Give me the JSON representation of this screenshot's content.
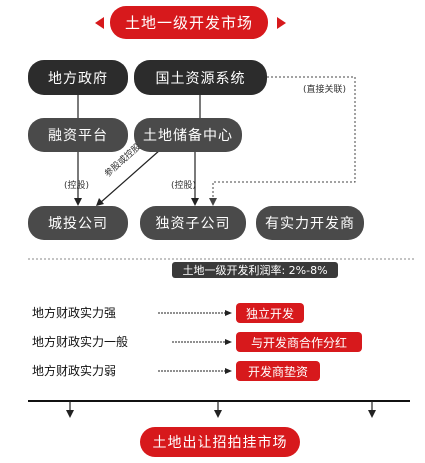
{
  "top_market": {
    "label": "土地一级开发市场"
  },
  "actors": {
    "local_gov": "地方政府",
    "land_system": "国土资源系统",
    "financing_platform": "融资平台",
    "land_reserve": "土地储备中心",
    "chengtou": "城投公司",
    "subsidiary": "独资子公司",
    "developer": "有实力开发商"
  },
  "labels": {
    "direct_link": "(直接关联)",
    "control_left": "(控股)",
    "control_right": "(控股)",
    "stake_or_control": "参股或控股"
  },
  "profit_rate": "土地一级开发利润率: 2%-8%",
  "strength_rows": [
    {
      "condition": "地方财政实力强",
      "mode": "独立开发"
    },
    {
      "condition": "地方财政实力一般",
      "mode": "与开发商合作分红"
    },
    {
      "condition": "地方财政实力弱",
      "mode": "开发商垫资"
    }
  ],
  "bottom_market": {
    "label": "土地出让招拍挂市场"
  },
  "colors": {
    "accent_red": "#d7191c",
    "dark": "#2c2c2c"
  }
}
